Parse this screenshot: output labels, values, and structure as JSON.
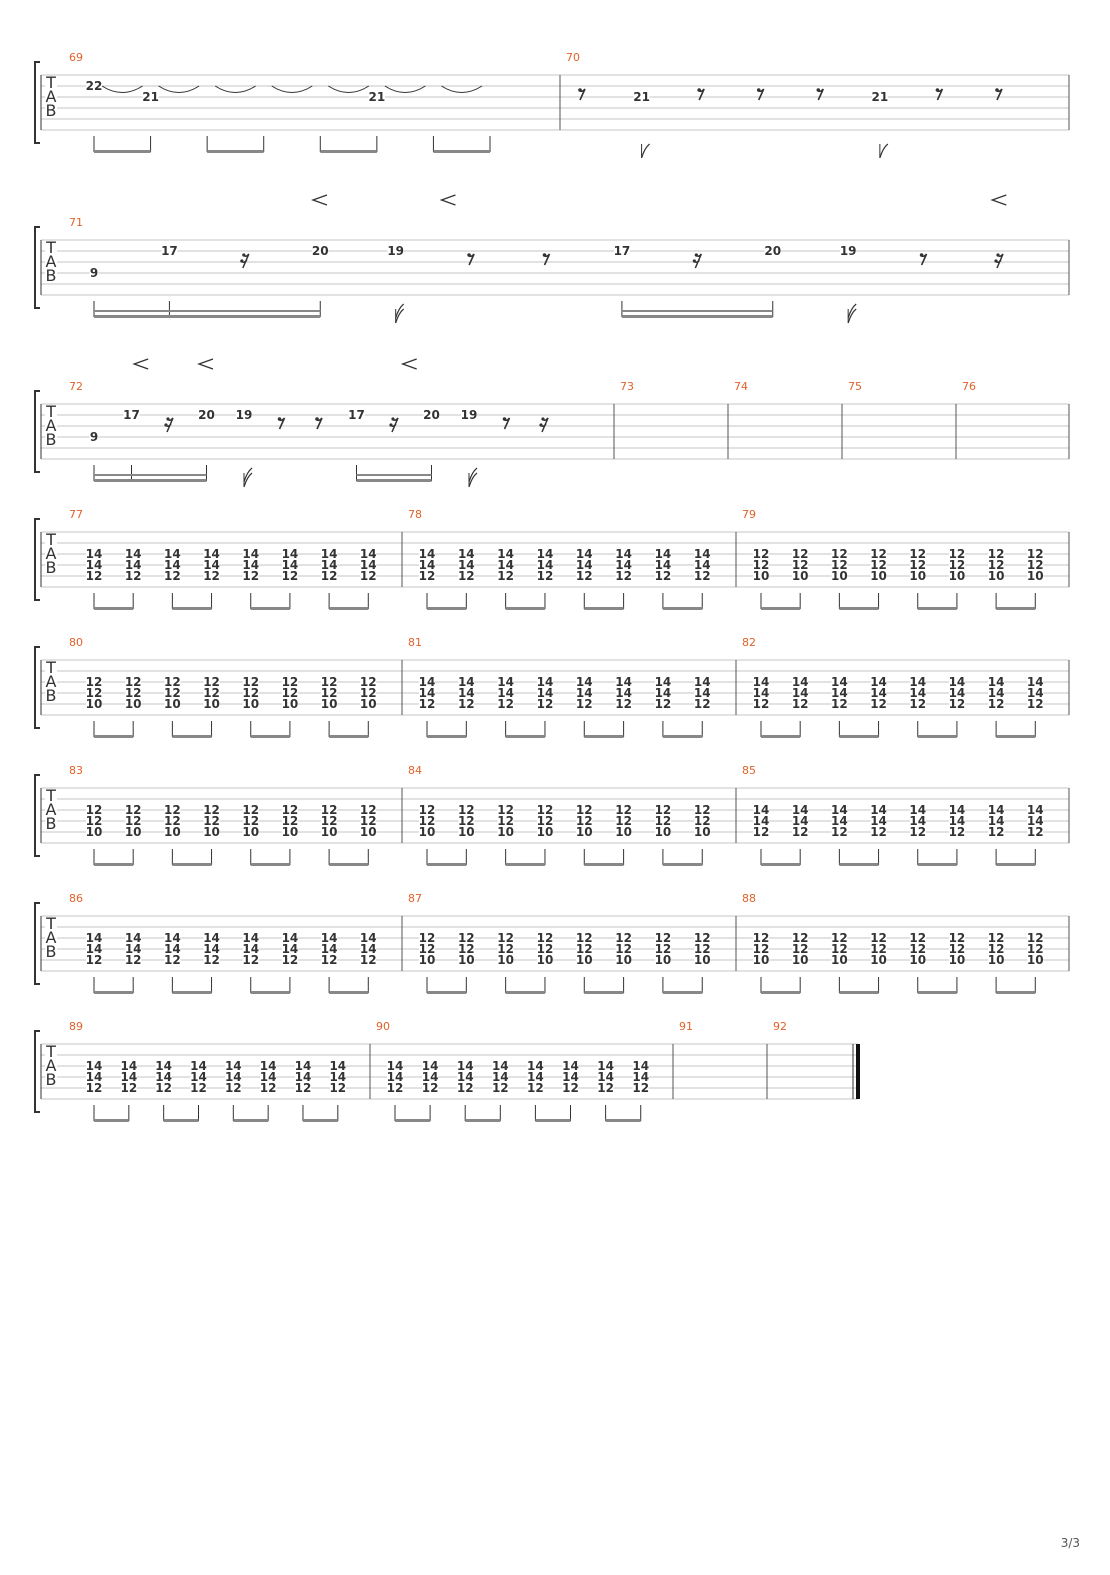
{
  "document": {
    "page_number": "3/3",
    "colors": {
      "measure_number": "#e0622a",
      "staff_line": "#c4c4c4",
      "ink": "#333333",
      "beam": "#888888"
    },
    "systems": [
      {
        "clef": [
          "T",
          "A",
          "B"
        ],
        "crescendo_marks": [],
        "measures": [
          {
            "number": "69",
            "events": [
              {
                "type": "note",
                "frets": [
                  "22"
                ],
                "string": 2,
                "tie_to_next": true,
                "beam_group": 0
              },
              {
                "type": "note",
                "frets": [
                  "21"
                ],
                "string": 3,
                "tie_to_next": true,
                "beam_group": 0
              },
              {
                "type": "note",
                "frets": [
                  ""
                ],
                "string": 3,
                "tie_to_next": true,
                "beam_group": 1
              },
              {
                "type": "note",
                "frets": [
                  ""
                ],
                "string": 3,
                "tie_to_next": true,
                "beam_group": 1
              },
              {
                "type": "note",
                "frets": [
                  ""
                ],
                "string": 3,
                "tie_to_next": true,
                "beam_group": 2
              },
              {
                "type": "note",
                "frets": [
                  "21"
                ],
                "string": 3,
                "tie_to_next": true,
                "beam_group": 2
              },
              {
                "type": "note",
                "frets": [
                  ""
                ],
                "string": 3,
                "tie_to_next": true,
                "beam_group": 3
              },
              {
                "type": "note",
                "frets": [
                  ""
                ],
                "string": 3,
                "tie_to_next": false,
                "beam_group": 3
              }
            ]
          },
          {
            "number": "70",
            "events": [
              {
                "type": "rest",
                "duration": "eighth"
              },
              {
                "type": "note",
                "frets": [
                  "21"
                ],
                "string": 3,
                "flag": "eighth"
              },
              {
                "type": "rest",
                "duration": "eighth"
              },
              {
                "type": "rest",
                "duration": "eighth"
              },
              {
                "type": "rest",
                "duration": "eighth"
              },
              {
                "type": "note",
                "frets": [
                  "21"
                ],
                "string": 3,
                "flag": "eighth"
              },
              {
                "type": "rest",
                "duration": "eighth"
              },
              {
                "type": "rest",
                "duration": "eighth"
              }
            ]
          }
        ]
      },
      {
        "clef": [
          "T",
          "A",
          "B"
        ],
        "crescendo_marks": [
          0.22,
          0.36,
          0.96
        ],
        "measures": [
          {
            "number": "71",
            "events": [
              {
                "type": "note",
                "frets": [
                  "9"
                ],
                "string": 4,
                "beam_group": 0,
                "beams": 2
              },
              {
                "type": "note",
                "frets": [
                  "17"
                ],
                "string": 2,
                "beam_group": 0,
                "beams": 2
              },
              {
                "type": "rest",
                "duration": "sixteenth"
              },
              {
                "type": "note",
                "frets": [
                  "20"
                ],
                "string": 2,
                "beam_group": 0,
                "beams": 2
              },
              {
                "type": "note",
                "frets": [
                  "19"
                ],
                "string": 2,
                "flag": "sixteenth"
              },
              {
                "type": "rest",
                "duration": "eighth"
              },
              {
                "type": "rest",
                "duration": "eighth"
              },
              {
                "type": "note",
                "frets": [
                  "17"
                ],
                "string": 2,
                "beam_group": 1,
                "beams": 2
              },
              {
                "type": "rest",
                "duration": "sixteenth"
              },
              {
                "type": "note",
                "frets": [
                  "20"
                ],
                "string": 2,
                "beam_group": 1,
                "beams": 2
              },
              {
                "type": "note",
                "frets": [
                  "19"
                ],
                "string": 2,
                "flag": "sixteenth"
              },
              {
                "type": "rest",
                "duration": "eighth"
              },
              {
                "type": "rest",
                "duration": "sixteenth"
              }
            ]
          }
        ]
      },
      {
        "clef": [
          "T",
          "A",
          "B"
        ],
        "crescendo_marks": [
          0.05,
          0.19,
          0.63
        ],
        "measures": [
          {
            "number": "72",
            "events": [
              {
                "type": "note",
                "frets": [
                  "9"
                ],
                "string": 4,
                "beam_group": 0,
                "beams": 2
              },
              {
                "type": "note",
                "frets": [
                  "17"
                ],
                "string": 2,
                "beam_group": 0,
                "beams": 2
              },
              {
                "type": "rest",
                "duration": "sixteenth"
              },
              {
                "type": "note",
                "frets": [
                  "20"
                ],
                "string": 2,
                "beam_group": 0,
                "beams": 2
              },
              {
                "type": "note",
                "frets": [
                  "19"
                ],
                "string": 2,
                "flag": "sixteenth"
              },
              {
                "type": "rest",
                "duration": "eighth"
              },
              {
                "type": "rest",
                "duration": "eighth"
              },
              {
                "type": "note",
                "frets": [
                  "17"
                ],
                "string": 2,
                "beam_group": 1,
                "beams": 2
              },
              {
                "type": "rest",
                "duration": "sixteenth"
              },
              {
                "type": "note",
                "frets": [
                  "20"
                ],
                "string": 2,
                "beam_group": 1,
                "beams": 2
              },
              {
                "type": "note",
                "frets": [
                  "19"
                ],
                "string": 2,
                "flag": "sixteenth"
              },
              {
                "type": "rest",
                "duration": "eighth"
              },
              {
                "type": "rest",
                "duration": "sixteenth"
              }
            ]
          },
          {
            "number": "73",
            "events": []
          },
          {
            "number": "74",
            "events": []
          },
          {
            "number": "75",
            "events": []
          },
          {
            "number": "76",
            "events": []
          }
        ]
      },
      {
        "clef": [
          "T",
          "A",
          "B"
        ],
        "crescendo_marks": [],
        "measures": [
          {
            "number": "77",
            "chord": [
              "14",
              "14",
              "12"
            ],
            "strings": [
              3,
              4,
              5
            ],
            "count": 8
          },
          {
            "number": "78",
            "chord": [
              "14",
              "14",
              "12"
            ],
            "strings": [
              3,
              4,
              5
            ],
            "count": 8
          },
          {
            "number": "79",
            "chord": [
              "12",
              "12",
              "10"
            ],
            "strings": [
              3,
              4,
              5
            ],
            "count": 8
          }
        ]
      },
      {
        "clef": [
          "T",
          "A",
          "B"
        ],
        "crescendo_marks": [],
        "measures": [
          {
            "number": "80",
            "chord": [
              "12",
              "12",
              "10"
            ],
            "strings": [
              3,
              4,
              5
            ],
            "count": 8
          },
          {
            "number": "81",
            "chord": [
              "14",
              "14",
              "12"
            ],
            "strings": [
              3,
              4,
              5
            ],
            "count": 8
          },
          {
            "number": "82",
            "chord": [
              "14",
              "14",
              "12"
            ],
            "strings": [
              3,
              4,
              5
            ],
            "count": 8
          }
        ]
      },
      {
        "clef": [
          "T",
          "A",
          "B"
        ],
        "crescendo_marks": [],
        "measures": [
          {
            "number": "83",
            "chord": [
              "12",
              "12",
              "10"
            ],
            "strings": [
              3,
              4,
              5
            ],
            "count": 8
          },
          {
            "number": "84",
            "chord": [
              "12",
              "12",
              "10"
            ],
            "strings": [
              3,
              4,
              5
            ],
            "count": 8
          },
          {
            "number": "85",
            "chord": [
              "14",
              "14",
              "12"
            ],
            "strings": [
              3,
              4,
              5
            ],
            "count": 8
          }
        ]
      },
      {
        "clef": [
          "T",
          "A",
          "B"
        ],
        "crescendo_marks": [],
        "measures": [
          {
            "number": "86",
            "chord": [
              "14",
              "14",
              "12"
            ],
            "strings": [
              3,
              4,
              5
            ],
            "count": 8
          },
          {
            "number": "87",
            "chord": [
              "12",
              "12",
              "10"
            ],
            "strings": [
              3,
              4,
              5
            ],
            "count": 8
          },
          {
            "number": "88",
            "chord": [
              "12",
              "12",
              "10"
            ],
            "strings": [
              3,
              4,
              5
            ],
            "count": 8
          }
        ]
      },
      {
        "clef": [
          "T",
          "A",
          "B"
        ],
        "crescendo_marks": [],
        "final_barline": true,
        "measures": [
          {
            "number": "89",
            "chord": [
              "14",
              "14",
              "12"
            ],
            "strings": [
              3,
              4,
              5
            ],
            "count": 8
          },
          {
            "number": "90",
            "chord": [
              "14",
              "14",
              "12"
            ],
            "strings": [
              3,
              4,
              5
            ],
            "count": 8
          },
          {
            "number": "91",
            "events": []
          },
          {
            "number": "92",
            "events": []
          }
        ]
      }
    ]
  }
}
